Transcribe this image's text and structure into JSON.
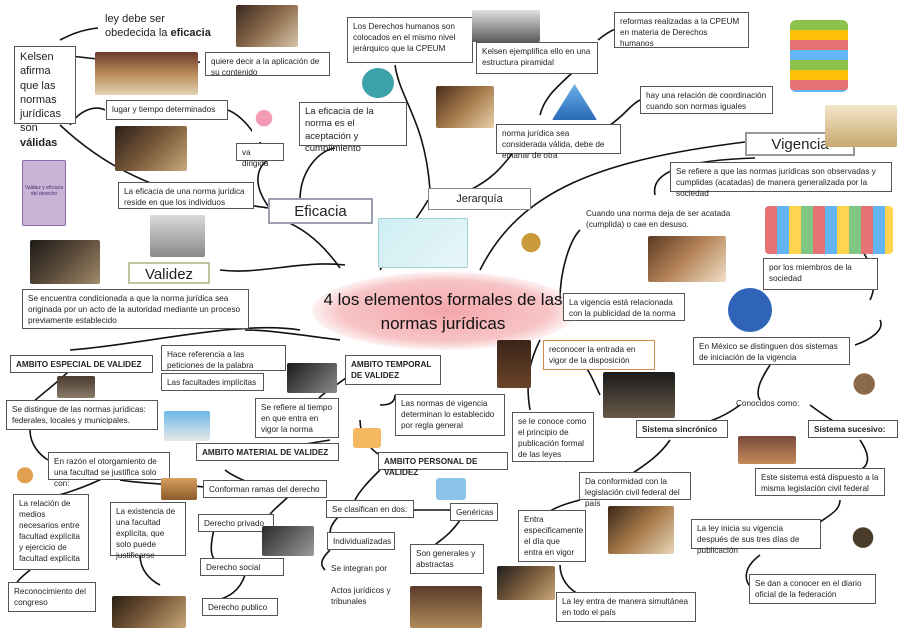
{
  "title": "4 los elementos formales de las normas jurídicas",
  "headings": {
    "eficacia": "Eficacia",
    "validez": "Validez",
    "jerarquia": "Jerarquía",
    "vigencia": "Vigencia"
  },
  "eficacia": {
    "obedecida_pre": "ley debe ser obedecida la ",
    "obedecida_bold": "eficacia",
    "kelsen_pre": "Kelsen afirma que las normas jurídicas son ",
    "kelsen_bold": "válidas",
    "aplicacion": "quiere decir a la aplicación de su contenido",
    "lugar": "lugar y tiempo determinados",
    "aceptacion": "La eficacia de la norma es el aceptación y cumplimiento",
    "dirigida": "va dirigida",
    "reside": "La eficacia de una norma jurídica reside en que los individuos"
  },
  "jerarquia": {
    "derechos": "Los Derechos humanos son colocados en el mismo nivel jerárquico que la CPEUM",
    "kelsen_piramide": "Kelsen ejemplifica ello en una estructura piramidal",
    "reformas": "reformas realizadas a la CPEUM en materia de Derechos humanos",
    "coordinacion": "hay una relación de coordinación cuando son normas iguales",
    "valida": "norma jurídica sea considerada válida, debe de emanar de otra"
  },
  "vigencia": {
    "refiere": "Se refiere a que las normas jurídicas son observadas y cumplidas (acatadas) de manera generalizada por la sociedad",
    "deja": "Cuando una norma deja de ser acatada (cumplida) o cae en desuso.",
    "miembros": "por los miembros de la sociedad",
    "publicidad": "La vigencia está relacionada con la publicidad de la norma",
    "reconocer": "reconocer la entrada en vigor de la disposición",
    "conoce": "se le conoce como el principio de publicación formal de las leyes",
    "mexico": "En México se distinguen dos sistemas de iniciación de la vigencia",
    "conocidos": "Conocidos como:",
    "sincronico": "Sistema sincrónico",
    "sucesivo": "Sistema sucesivo:",
    "conformidad": "Da conformidad con la legislación civil federal del país",
    "dispuesto": "Este sistema está dispuesto a la misma legislación civil federal",
    "entra": "Entra especificamente el día que entra en vigor",
    "inicia": "La ley inicia su vigencia después de sus tres días de publicación",
    "simultanea": "La ley entra de manera simultánea en todo el país",
    "diario": "Se dan a conocer en el diario oficial de la federación"
  },
  "validez": {
    "condicionada": "Se encuentra condicionada a que la norma jurídica sea originada por un acto de la autoridad mediante un proceso previamente establecido",
    "especial": "AMBITO ESPECIAL DE VALIDEZ",
    "temporal": "AMBITO TEMPORAL DE VALIDEZ",
    "peticiones": "Hace referencia a las peticiones de la palabra derecho",
    "implicitas": "Las facultades implícitas",
    "distingue": "Se distingue de las normas jurídicas: federales, locales y municipales.",
    "tiempo": "Se refiere al tiempo en que entra en vigor la norma",
    "vigencia_regla": "Las normas de vigencia determinan lo establecido por regla general",
    "material": "AMBITO MATERIAL DE VALIDEZ",
    "personal": "AMBITO PERSONAL DE VALIDEZ",
    "otorgamiento": "En razón el otorgamiento de una facultad se justifica solo con:",
    "ramas": "Conforman ramas del derecho",
    "medios": "La relación de medios necesarios entre facultad explícita y ejercicio de facultad explícita",
    "existencia": "La existencia de una facultad explícita, que solo puede justificarse",
    "privado": "Derecho privado",
    "clasifican": "Se clasifican en dos:",
    "genericas": "Genéricas",
    "individualizadas": "Individualizadas",
    "generales": "Son generales y abstractas",
    "social": "Derecho social",
    "integran": "Se integran por",
    "actos": "Actos jurídicos y tribunales",
    "reconocimiento": "Reconocimiento del congreso",
    "publico": "Derecho publico"
  },
  "book_cover": "Validez y eficacia del derecho",
  "colors": {
    "accent_pink": "#f4a6aa",
    "box_border": "#555555",
    "heading_border": "#9aa0b0"
  }
}
